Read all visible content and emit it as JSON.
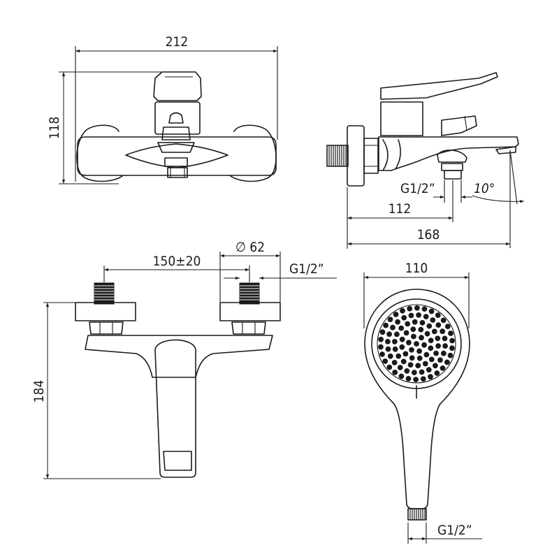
{
  "dimensions": {
    "width_top": "212",
    "height_top": "118",
    "thread_side": "G1/2”",
    "angle": "10°",
    "depth_112": "112",
    "depth_168": "168",
    "diameter": "∅ 62",
    "spacing": "150±20",
    "thread_front": "G1/2”",
    "height_front": "184",
    "head_width": "110",
    "thread_handle": "G1/2”"
  },
  "shower_holes": {
    "rings": [
      {
        "radius_mm": 0,
        "count": 1
      },
      {
        "radius_mm": 9,
        "count": 6
      },
      {
        "radius_mm": 17,
        "count": 12
      },
      {
        "radius_mm": 25,
        "count": 18
      },
      {
        "radius_mm": 33,
        "count": 24
      },
      {
        "radius_mm": 41,
        "count": 30
      }
    ]
  }
}
